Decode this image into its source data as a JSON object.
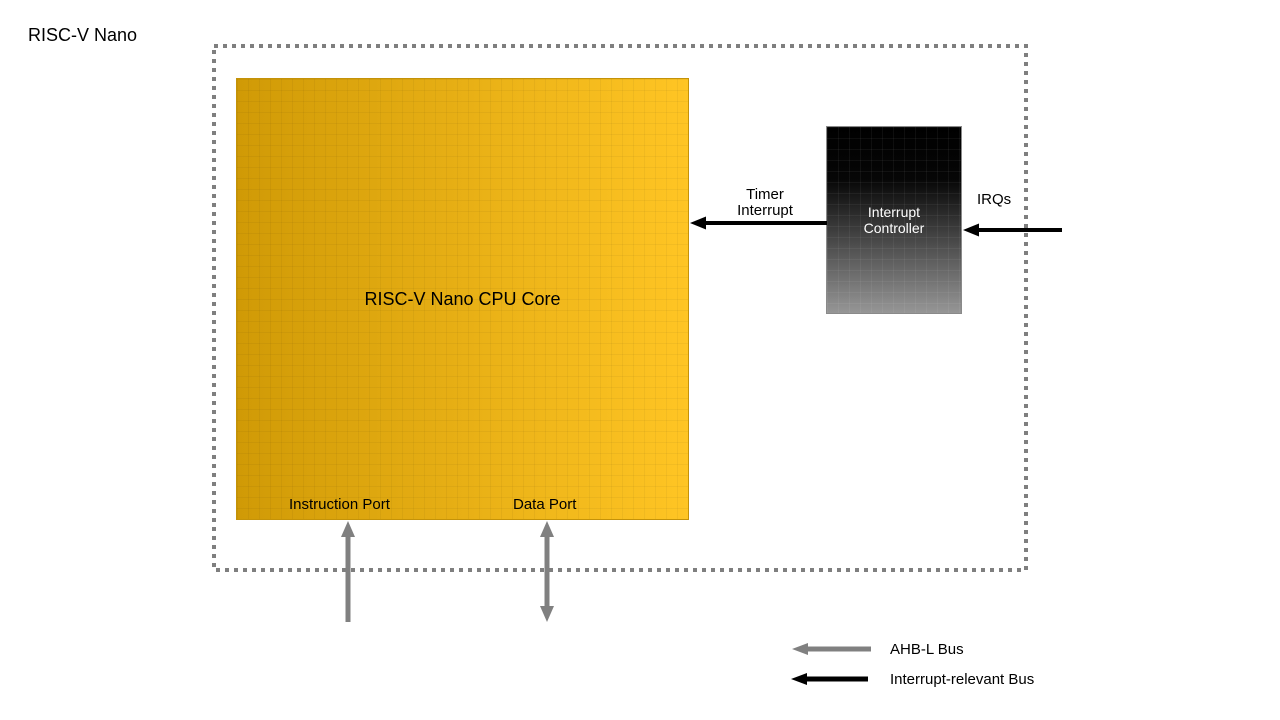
{
  "title": "RISC-V Nano",
  "cpu_core": {
    "label": "RISC-V Nano CPU Core",
    "instruction_port_label": "Instruction Port",
    "data_port_label": "Data Port"
  },
  "interrupt_controller": {
    "label_line1": "Interrupt",
    "label_line2": "Controller"
  },
  "connections": {
    "timer_interrupt_label_line1": "Timer",
    "timer_interrupt_label_line2": "Interrupt",
    "irqs_label": "IRQs"
  },
  "legend": {
    "items": [
      {
        "label": "AHB-L Bus",
        "color": "#808080"
      },
      {
        "label": "Interrupt-relevant Bus",
        "color": "#000000"
      }
    ]
  },
  "colors": {
    "cpu_gradient_start": "#d09a06",
    "cpu_gradient_end": "#ffc524",
    "controller_gradient_start": "#000000",
    "controller_gradient_end": "#969696",
    "boundary_dash_gray": "#7f7f7f",
    "ahb_bus_gray": "#808080",
    "interrupt_bus_black": "#000000"
  }
}
